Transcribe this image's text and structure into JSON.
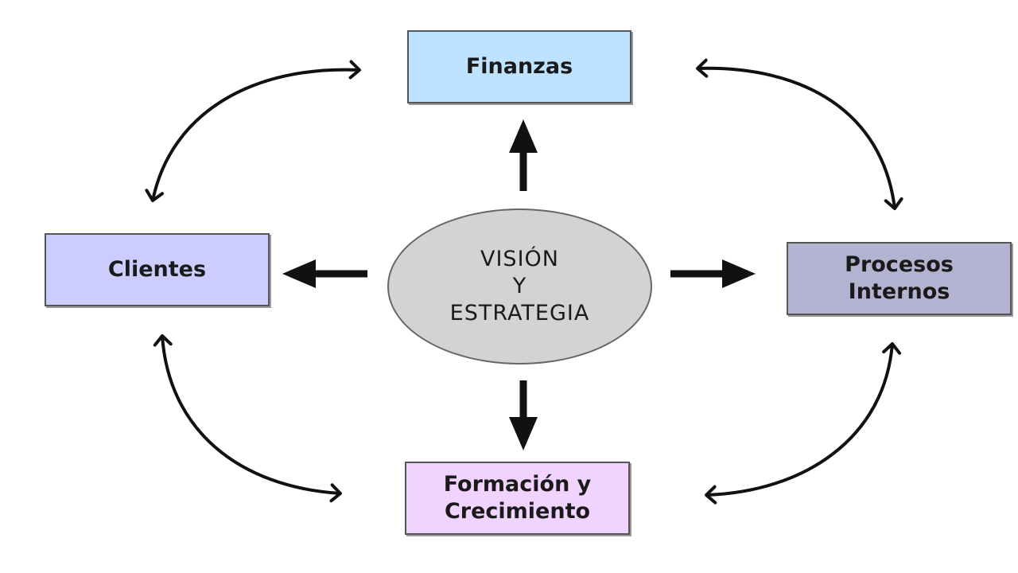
{
  "center": {
    "lines": [
      "VISIÓN",
      "Y",
      "ESTRATEGIA"
    ],
    "fill": "#d3d3d3"
  },
  "perspectives": {
    "finanzas": {
      "label": "Finanzas",
      "fill": "#bfe3ff"
    },
    "clientes": {
      "label": "Clientes",
      "fill": "#ccccff"
    },
    "procesos": {
      "lines": [
        "Procesos",
        "Internos"
      ],
      "fill": "#b3b3d1"
    },
    "formacion": {
      "lines": [
        "Formación y",
        "Crecimiento"
      ],
      "fill": "#f0d4ff"
    }
  },
  "colors": {
    "arrow": "#111111",
    "border": "#555555"
  }
}
